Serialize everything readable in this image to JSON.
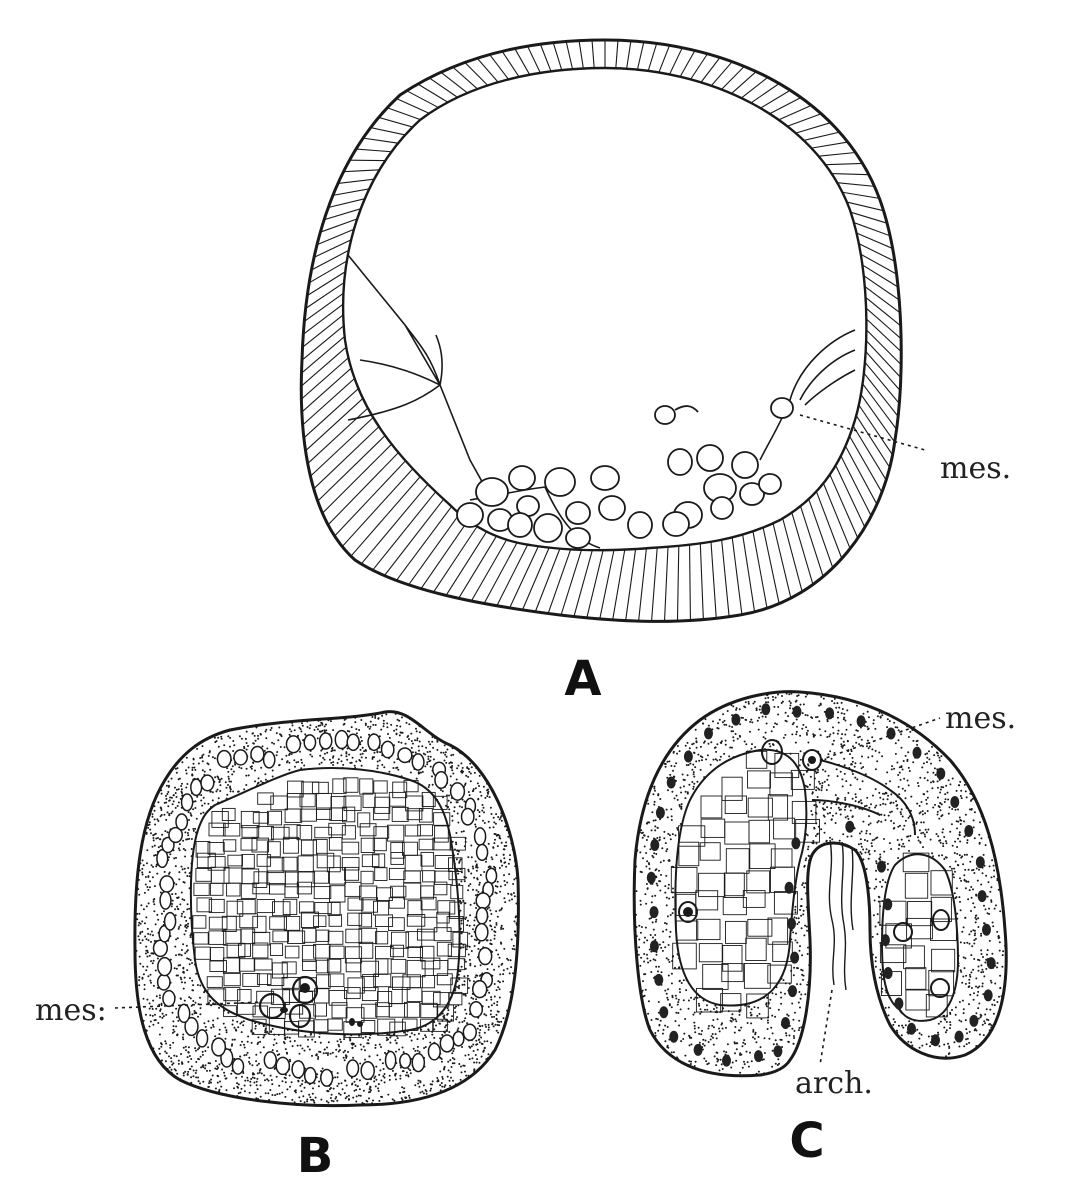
{
  "figure": {
    "panels": [
      {
        "letter": "A",
        "labels": {
          "mes": "mes."
        }
      },
      {
        "letter": "B",
        "labels": {
          "mes": "mes:"
        }
      },
      {
        "letter": "C",
        "labels": {
          "mes": "mes.",
          "arch": "arch."
        }
      }
    ]
  },
  "colors": {
    "ink": "#1a1a1a",
    "paper": "#ffffff",
    "nucleus": "#222222"
  }
}
